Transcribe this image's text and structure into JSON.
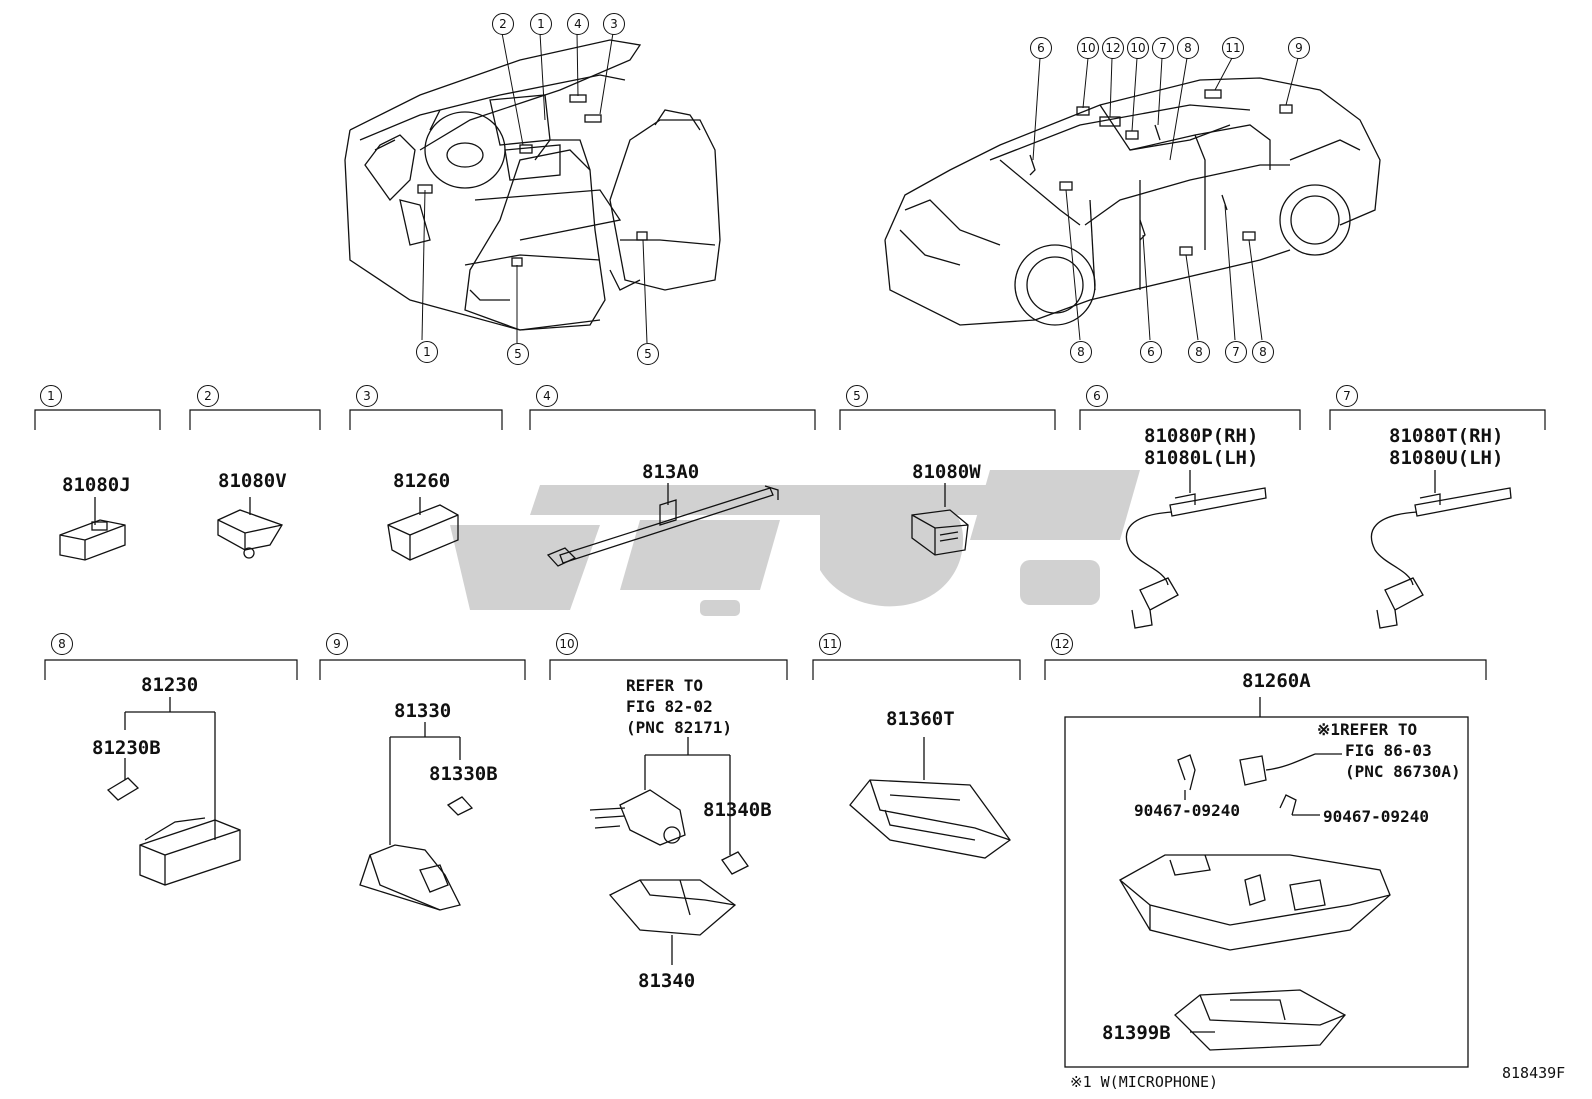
{
  "callouts": [
    "1",
    "2",
    "3",
    "4",
    "5",
    "6",
    "7",
    "8",
    "9",
    "10",
    "11",
    "12"
  ],
  "sections": {
    "s1": {
      "callout": "1",
      "part": "81080J"
    },
    "s2": {
      "callout": "2",
      "part": "81080V"
    },
    "s3": {
      "callout": "3",
      "part": "81260"
    },
    "s4": {
      "callout": "4",
      "part": "813A0"
    },
    "s5": {
      "callout": "5",
      "part": "81080W"
    },
    "s6": {
      "callout": "6",
      "part_rh": "81080P(RH)",
      "part_lh": "81080L(LH)"
    },
    "s7": {
      "callout": "7",
      "part_rh": "81080T(RH)",
      "part_lh": "81080U(LH)"
    },
    "s8": {
      "callout": "8",
      "part": "81230",
      "sub": "81230B"
    },
    "s9": {
      "callout": "9",
      "part": "81330",
      "sub": "81330B"
    },
    "s10": {
      "callout": "10",
      "refer_line1": "REFER TO",
      "refer_line2": "FIG 82-02",
      "refer_line3": "(PNC 82171)",
      "sub": "81340B",
      "part": "81340"
    },
    "s11": {
      "callout": "11",
      "part": "81360T"
    },
    "s12": {
      "callout": "12",
      "part": "81260A",
      "clip_left": "90467-09240",
      "clip_right": "90467-09240",
      "note_line1": "※1REFER TO",
      "note_line2": "FIG 86-03",
      "note_line3": "(PNC 86730A)",
      "sub": "81399B"
    }
  },
  "footnote": "※1 W(MICROPHONE)",
  "figure_code": "818439F",
  "watermark_color": "#c8c8c8"
}
